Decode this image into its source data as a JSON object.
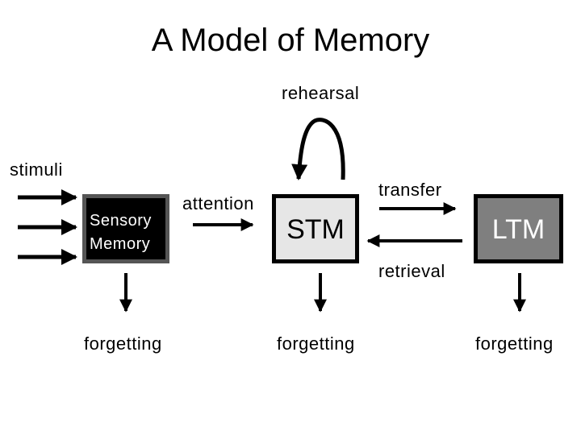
{
  "title": "A Model of Memory",
  "labels": {
    "rehearsal": "rehearsal",
    "stimuli": "stimuli",
    "attention": "attention",
    "transfer": "transfer",
    "retrieval": "retrieval",
    "forgetting": "forgetting"
  },
  "boxes": {
    "sensory": {
      "line1": "Sensory",
      "line2": "Memory",
      "fill": "#000000",
      "border": "#555555"
    },
    "stm": {
      "label": "STM",
      "fill": "#e6e6e6",
      "border": "#000000"
    },
    "ltm": {
      "label": "LTM",
      "fill": "#7f7f7f",
      "border": "#000000"
    }
  }
}
